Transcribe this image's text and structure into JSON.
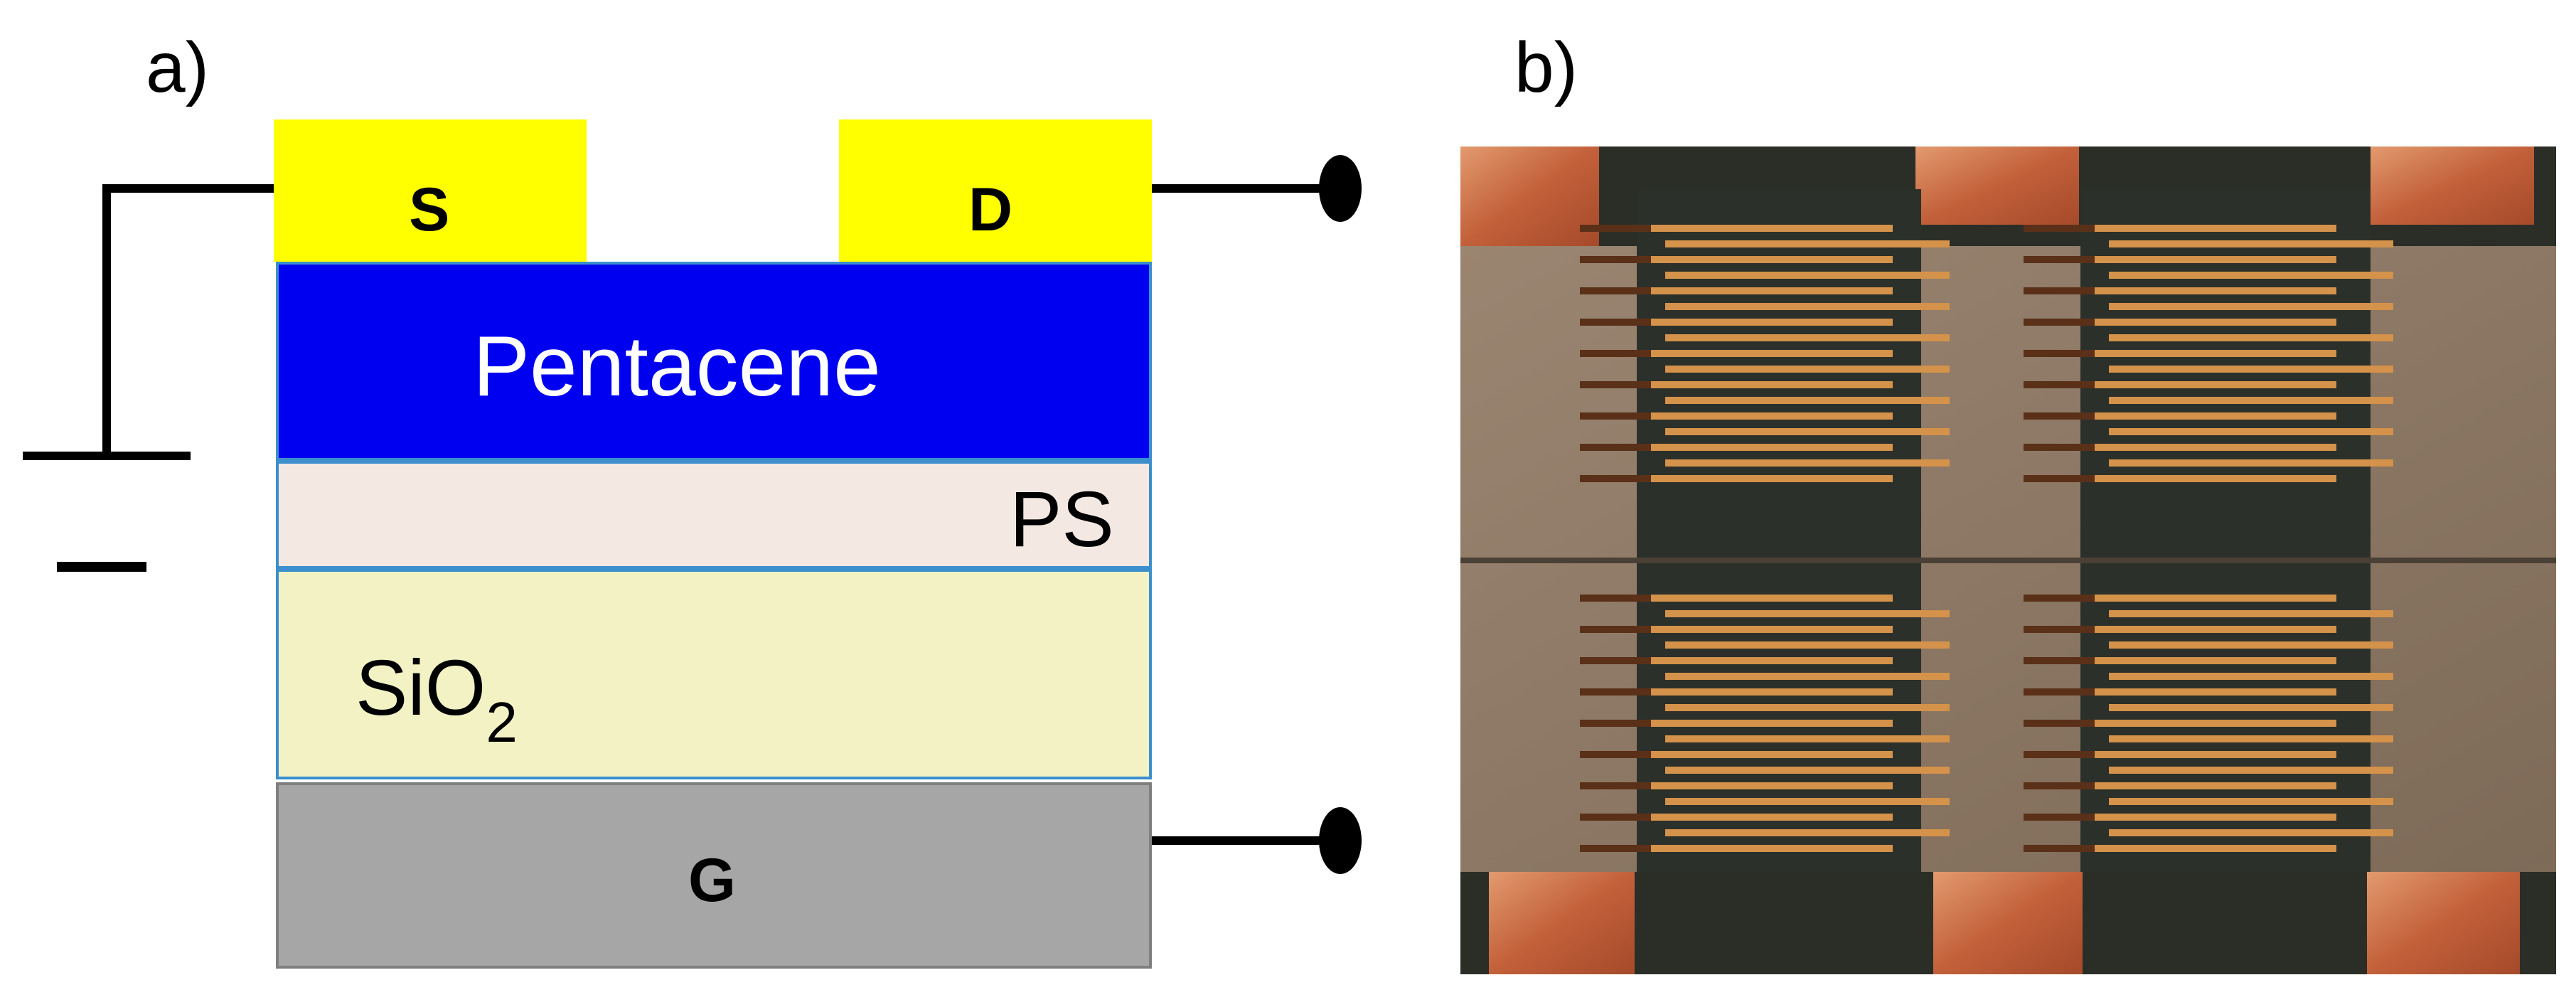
{
  "panel_a": {
    "label": "a)",
    "source_label": "S",
    "drain_label": "D",
    "semiconductor_label": "Pentacene",
    "polymer_label": "PS",
    "oxide_label": "SiO",
    "oxide_subscript": "2",
    "gate_label": "G"
  },
  "panel_b": {
    "label": "b)"
  },
  "colors": {
    "electrode": "#ffff00",
    "pentacene": "#0000f0",
    "ps": "#f3e8e2",
    "sio2": "#f2f2c4",
    "gate": "#a6a6a6",
    "layer_border": "#3a8fcc",
    "wire": "#000000",
    "copper": "#c8673c",
    "finger": "#d4924a",
    "chip_pad": "#8e7a66",
    "substrate": "#2a2e27"
  }
}
